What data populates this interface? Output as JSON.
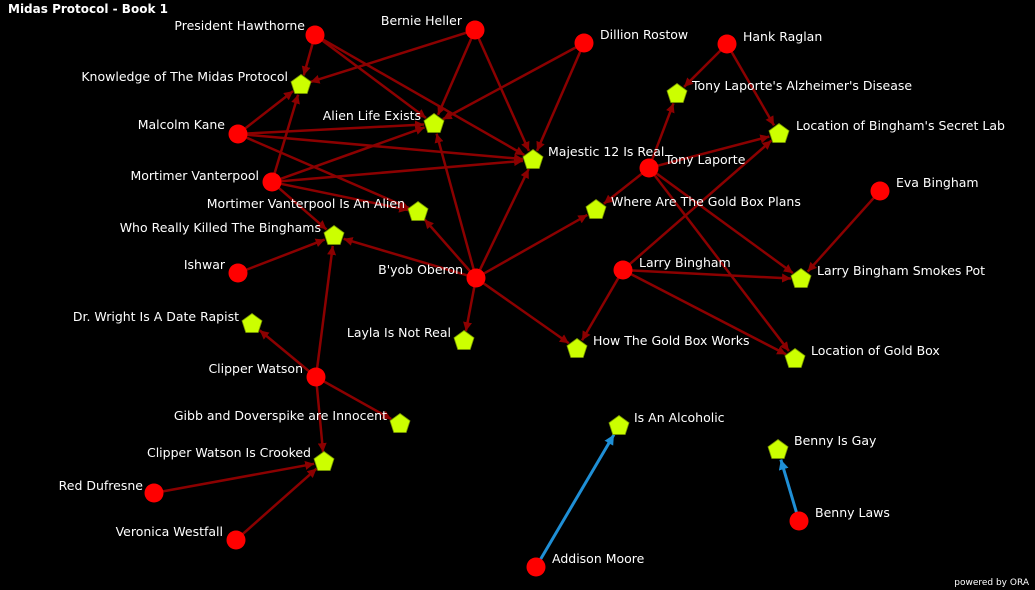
{
  "title": "Midas Protocol - Book 1",
  "footer": "powered by ORA",
  "colors": {
    "background": "#000000",
    "agent_node": "#ff0000",
    "belief_node": "#ccff00",
    "edge_default": "#8b0000",
    "edge_highlight": "#1f8fd6"
  },
  "nodes": [
    {
      "id": "hawthorne",
      "label": "President Hawthorne",
      "shape": "circle"
    },
    {
      "id": "heller",
      "label": "Bernie Heller",
      "shape": "circle"
    },
    {
      "id": "rostow",
      "label": "Dillion Rostow",
      "shape": "circle"
    },
    {
      "id": "raglan",
      "label": "Hank Raglan",
      "shape": "circle"
    },
    {
      "id": "kane",
      "label": "Malcolm Kane",
      "shape": "circle"
    },
    {
      "id": "vanterpool",
      "label": "Mortimer Vanterpool",
      "shape": "circle"
    },
    {
      "id": "ishwar",
      "label": "Ishwar",
      "shape": "circle"
    },
    {
      "id": "oberon",
      "label": "B'yob Oberon",
      "shape": "circle"
    },
    {
      "id": "tlaporte",
      "label": "Tony Laporte",
      "shape": "circle"
    },
    {
      "id": "eva",
      "label": "Eva Bingham",
      "shape": "circle"
    },
    {
      "id": "larry",
      "label": "Larry Bingham",
      "shape": "circle"
    },
    {
      "id": "clipper",
      "label": "Clipper Watson",
      "shape": "circle"
    },
    {
      "id": "dufresne",
      "label": "Red Dufresne",
      "shape": "circle"
    },
    {
      "id": "westfall",
      "label": "Veronica Westfall",
      "shape": "circle"
    },
    {
      "id": "moore",
      "label": "Addison Moore",
      "shape": "circle"
    },
    {
      "id": "laws",
      "label": "Benny Laws",
      "shape": "circle"
    },
    {
      "id": "knowledge",
      "label": "Knowledge of The Midas Protocol",
      "shape": "pentagon"
    },
    {
      "id": "alien",
      "label": "Alien Life Exists",
      "shape": "pentagon"
    },
    {
      "id": "majestic",
      "label": "Majestic 12 Is Real",
      "shape": "pentagon"
    },
    {
      "id": "alzheimer",
      "label": "Tony Laporte's Alzheimer's Disease",
      "shape": "pentagon"
    },
    {
      "id": "seclab",
      "label": "Location of Bingham's Secret Lab",
      "shape": "pentagon"
    },
    {
      "id": "goldplans",
      "label": "Where Are The Gold Box Plans",
      "shape": "pentagon"
    },
    {
      "id": "mvalien",
      "label": "Mortimer Vanterpool Is An Alien",
      "shape": "pentagon"
    },
    {
      "id": "killed",
      "label": "Who Really Killed The Binghams",
      "shape": "pentagon"
    },
    {
      "id": "smokes",
      "label": "Larry Bingham Smokes Pot",
      "shape": "pentagon"
    },
    {
      "id": "rapist",
      "label": "Dr. Wright Is A Date Rapist",
      "shape": "pentagon"
    },
    {
      "id": "layla",
      "label": "Layla Is Not Real",
      "shape": "pentagon"
    },
    {
      "id": "howgold",
      "label": "How The Gold Box Works",
      "shape": "pentagon"
    },
    {
      "id": "locgold",
      "label": "Location of Gold Box",
      "shape": "pentagon"
    },
    {
      "id": "gibb",
      "label": "Gibb and Doverspike are Innocent",
      "shape": "pentagon"
    },
    {
      "id": "crooked",
      "label": "Clipper Watson Is Crooked",
      "shape": "pentagon"
    },
    {
      "id": "alcoholic",
      "label": "Is An Alcoholic",
      "shape": "pentagon"
    },
    {
      "id": "gay",
      "label": "Benny Is Gay",
      "shape": "pentagon"
    }
  ],
  "edges": [
    {
      "from": "hawthorne",
      "to": "knowledge"
    },
    {
      "from": "hawthorne",
      "to": "alien"
    },
    {
      "from": "hawthorne",
      "to": "majestic"
    },
    {
      "from": "heller",
      "to": "knowledge"
    },
    {
      "from": "heller",
      "to": "alien"
    },
    {
      "from": "heller",
      "to": "majestic"
    },
    {
      "from": "rostow",
      "to": "alien"
    },
    {
      "from": "rostow",
      "to": "majestic"
    },
    {
      "from": "kane",
      "to": "knowledge"
    },
    {
      "from": "kane",
      "to": "alien"
    },
    {
      "from": "kane",
      "to": "majestic"
    },
    {
      "from": "kane",
      "to": "mvalien"
    },
    {
      "from": "vanterpool",
      "to": "knowledge"
    },
    {
      "from": "vanterpool",
      "to": "alien"
    },
    {
      "from": "vanterpool",
      "to": "majestic"
    },
    {
      "from": "vanterpool",
      "to": "mvalien"
    },
    {
      "from": "vanterpool",
      "to": "killed"
    },
    {
      "from": "ishwar",
      "to": "killed"
    },
    {
      "from": "oberon",
      "to": "alien"
    },
    {
      "from": "oberon",
      "to": "majestic"
    },
    {
      "from": "oberon",
      "to": "mvalien"
    },
    {
      "from": "oberon",
      "to": "killed"
    },
    {
      "from": "oberon",
      "to": "layla"
    },
    {
      "from": "oberon",
      "to": "goldplans"
    },
    {
      "from": "oberon",
      "to": "howgold"
    },
    {
      "from": "raglan",
      "to": "alzheimer"
    },
    {
      "from": "raglan",
      "to": "seclab"
    },
    {
      "from": "tlaporte",
      "to": "alzheimer"
    },
    {
      "from": "tlaporte",
      "to": "seclab"
    },
    {
      "from": "tlaporte",
      "to": "goldplans"
    },
    {
      "from": "tlaporte",
      "to": "smokes"
    },
    {
      "from": "tlaporte",
      "to": "locgold"
    },
    {
      "from": "eva",
      "to": "smokes"
    },
    {
      "from": "larry",
      "to": "seclab"
    },
    {
      "from": "larry",
      "to": "smokes"
    },
    {
      "from": "larry",
      "to": "howgold"
    },
    {
      "from": "larry",
      "to": "locgold"
    },
    {
      "from": "clipper",
      "to": "killed"
    },
    {
      "from": "clipper",
      "to": "rapist"
    },
    {
      "from": "clipper",
      "to": "gibb"
    },
    {
      "from": "clipper",
      "to": "crooked"
    },
    {
      "from": "dufresne",
      "to": "crooked"
    },
    {
      "from": "westfall",
      "to": "crooked"
    },
    {
      "from": "moore",
      "to": "alcoholic",
      "highlight": true
    },
    {
      "from": "laws",
      "to": "gay",
      "highlight": true
    }
  ]
}
